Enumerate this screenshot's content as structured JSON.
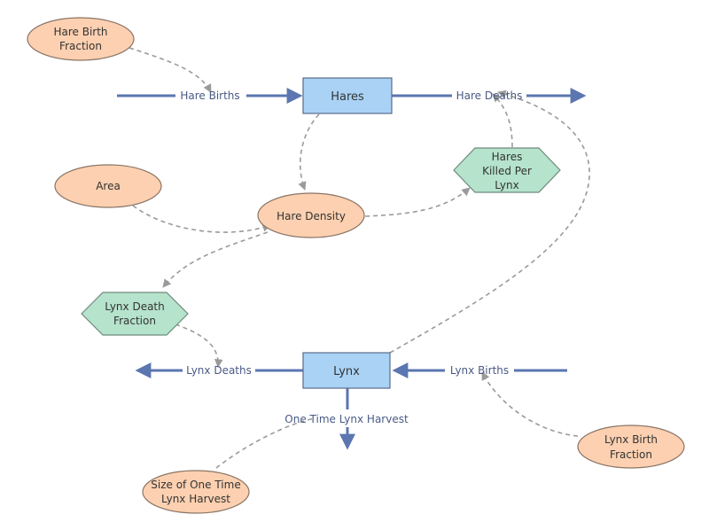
{
  "diagram": {
    "stocks": [
      {
        "id": "hares",
        "label": "Hares"
      },
      {
        "id": "lynx",
        "label": "Lynx"
      }
    ],
    "flows": [
      {
        "id": "hare_births",
        "label": "Hare Births"
      },
      {
        "id": "hare_deaths",
        "label": "Hare Deaths"
      },
      {
        "id": "lynx_deaths",
        "label": "Lynx Deaths"
      },
      {
        "id": "lynx_births",
        "label": "Lynx Births"
      },
      {
        "id": "one_time_lynx_harvest",
        "label": "One Time Lynx Harvest"
      }
    ],
    "variables": [
      {
        "id": "hare_birth_fraction",
        "lines": [
          "Hare Birth",
          "Fraction"
        ]
      },
      {
        "id": "area",
        "lines": [
          "Area"
        ]
      },
      {
        "id": "hare_density",
        "lines": [
          "Hare Density"
        ]
      },
      {
        "id": "lynx_birth_fraction",
        "lines": [
          "Lynx Birth",
          "Fraction"
        ]
      },
      {
        "id": "size_of_one_time_lynx_harvest",
        "lines": [
          "Size of One Time",
          "Lynx Harvest"
        ]
      }
    ],
    "converters": [
      {
        "id": "hares_killed_per_lynx",
        "lines": [
          "Hares",
          "Killed Per",
          "Lynx"
        ]
      },
      {
        "id": "lynx_death_fraction",
        "lines": [
          "Lynx Death",
          "Fraction"
        ]
      }
    ],
    "colors": {
      "stock_fill": "#a9d2f5",
      "stock_stroke": "#5b6a8a",
      "variable_fill": "#fcd0b0",
      "variable_stroke": "#8a7466",
      "converter_fill": "#b5e3cc",
      "converter_stroke": "#6e8a7c",
      "flow": "#5b76b0",
      "link": "#9a9a9a"
    }
  }
}
